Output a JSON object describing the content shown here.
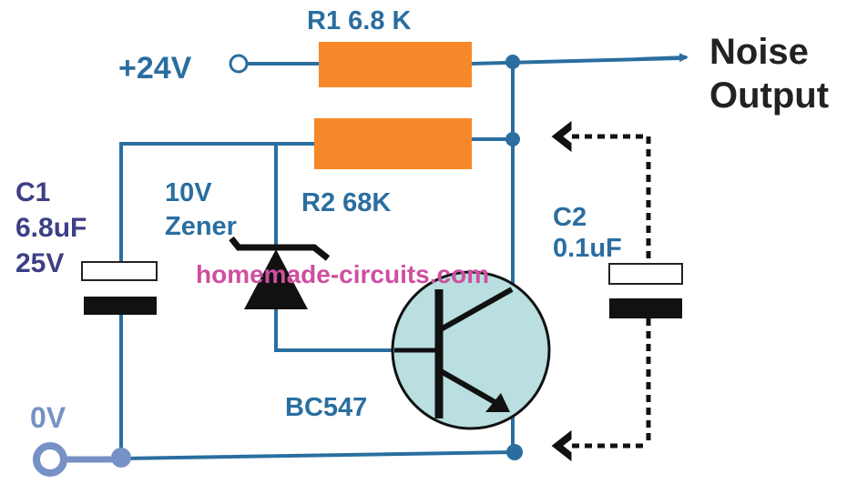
{
  "labels": {
    "supply": "+24V",
    "r1": "R1 6.8 K",
    "r2": "R2 68K",
    "noise_line1": "Noise",
    "noise_line2": "Output",
    "c1_name": "C1",
    "c1_value": "6.8uF",
    "c1_voltage": "25V",
    "zener_line1": "10V",
    "zener_line2": "Zener",
    "c2_name": "C2",
    "c2_value": "0.1uF",
    "transistor": "BC547",
    "ground": "0V"
  },
  "watermark": "homemade-circuits.com",
  "colors": {
    "wire": "#2a6ea0",
    "resistor_fill": "#f6882a",
    "transistor_fill": "#b9dfe0",
    "ground_terminal": "#7791c6",
    "watermark": "#cf4fa0",
    "label_purple": "#3d3f86"
  }
}
